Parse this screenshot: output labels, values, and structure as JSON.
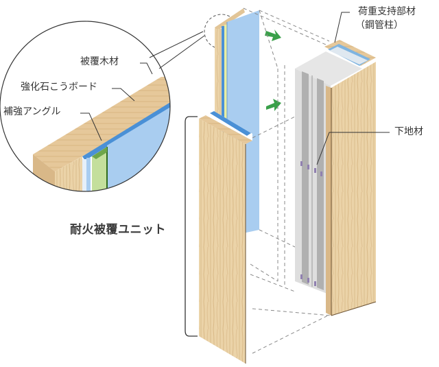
{
  "diagram": {
    "subject": "Fire-resistant cladding unit for steel column (exploded isometric)",
    "colors": {
      "wood": "#e9cfa3",
      "wood_dark": "#d7b681",
      "gypsum_board": "#a9cdf0",
      "gypsum_edge": "#4a90d6",
      "angle": "#b8d88c",
      "angle_dark": "#4f8a2e",
      "steel": "#dcdcdc",
      "steel_dark": "#9a9a9a",
      "arrow": "#3aa04a",
      "line": "#333333",
      "dashed": "#888888"
    },
    "labels": {
      "covering_wood": "被覆木材",
      "reinforced_gypsum_board": "強化石こうボード",
      "reinforcing_angle": "補強アングル",
      "fireproof_unit": "耐火被覆ユニット",
      "load_bearing_member_line1": "荷重支持部材",
      "load_bearing_member_line2": "（鋼管柱）",
      "furring_member": "下地材"
    }
  }
}
